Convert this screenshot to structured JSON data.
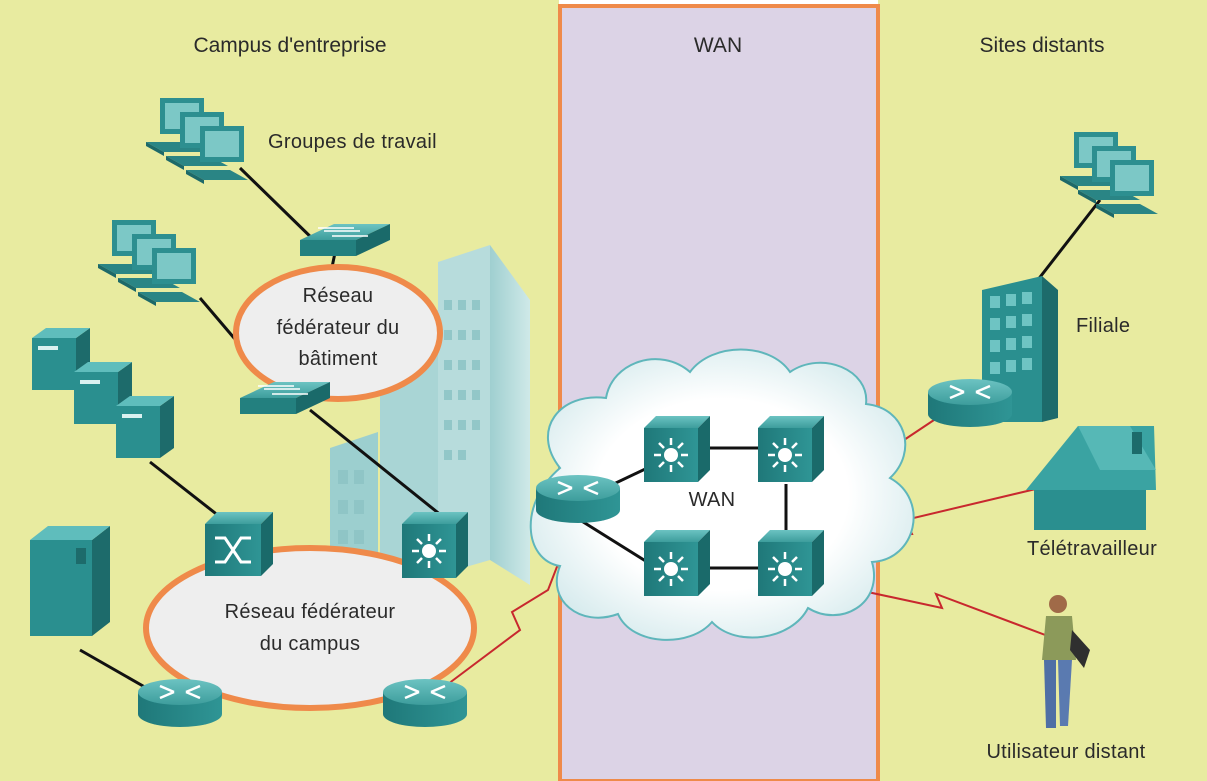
{
  "zones": {
    "campus_title": "Campus d'entreprise",
    "wan_title": "WAN",
    "remote_title": "Sites distants"
  },
  "labels": {
    "workgroups": "Groupes de travail",
    "building_backbone_line1": "Réseau",
    "building_backbone_line2": "fédérateur du",
    "building_backbone_line3": "bâtiment",
    "campus_backbone_line1": "Réseau fédérateur",
    "campus_backbone_line2": "du campus",
    "wan_cloud": "WAN",
    "branch": "Filiale",
    "teleworker": "Télétravailleur",
    "remote_user": "Utilisateur distant"
  },
  "icons": {
    "pc": "computer-icon",
    "switch": "workgroup-switch-icon",
    "multilayer_switch": "multilayer-switch-icon",
    "atm_switch": "atm-switch-icon",
    "router": "router-icon",
    "server": "server-icon",
    "building": "building-icon",
    "house": "house-icon",
    "person": "person-icon",
    "cloud": "cloud-icon"
  },
  "colors": {
    "zone_bg": "#e8eba0",
    "wan_bg": "#dcd3e6",
    "wan_border": "#ef8a4a",
    "ring": "#ef8a4a",
    "device": "#2d8f90",
    "link": "#111111",
    "serial_link": "#c8282e"
  }
}
